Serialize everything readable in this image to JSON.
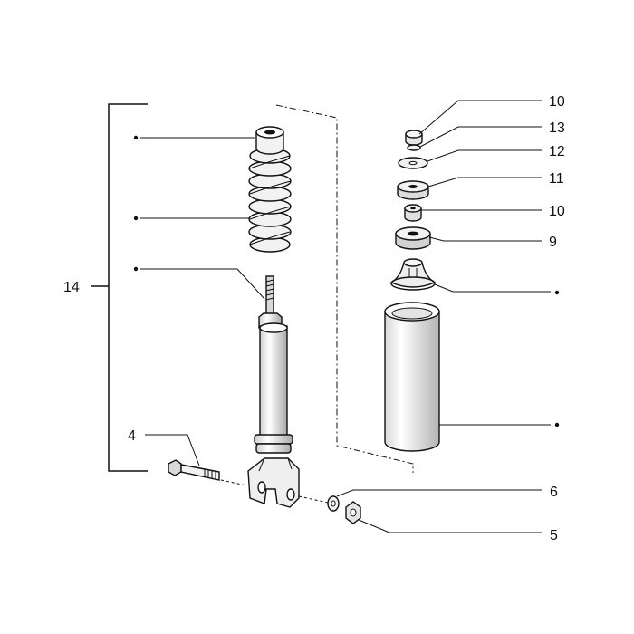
{
  "diagram": {
    "colors": {
      "ink": "#111111",
      "part_fill": "#f2f2f2",
      "shade": "#bdbdbd",
      "paper": "#ffffff"
    },
    "callouts": {
      "n10_top": "10",
      "n13": "13",
      "n12": "12",
      "n11": "11",
      "n10_mid": "10",
      "n9": "9",
      "n14": "14",
      "n4": "4",
      "n6": "6",
      "n5": "5"
    },
    "bullet_marks": [
      "spring-top-marker",
      "spring-middle-marker",
      "rod-marker",
      "mount-marker",
      "cover-marker"
    ]
  }
}
